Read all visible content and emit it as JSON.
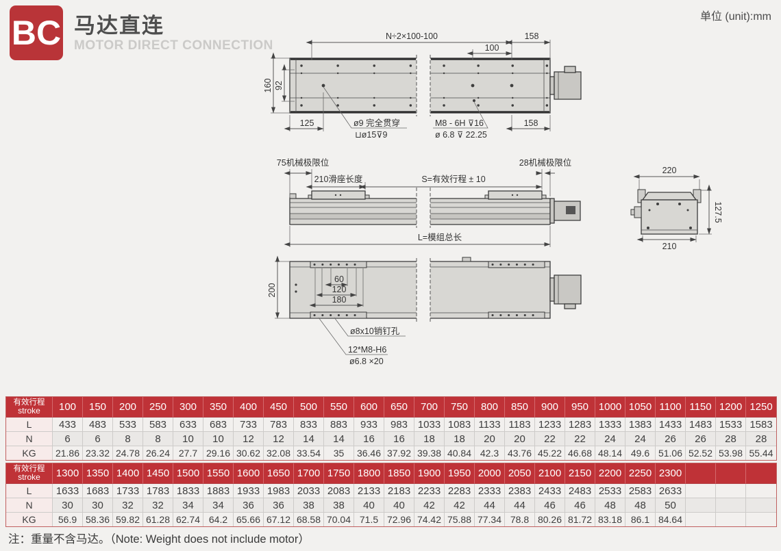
{
  "header": {
    "logo": "BC",
    "title_cn": "马达直连",
    "title_en": "MOTOR DIRECT CONNECTION",
    "unit_label": "单位 (unit):mm"
  },
  "colors": {
    "brand_red": "#bf3237",
    "page_bg": "#f2f1ef",
    "drawing_fill": "#d8d7d3"
  },
  "drawings": {
    "top_view": {
      "dim_top_span": "N÷2×100-100",
      "dim_100": "100",
      "dim_158_top": "158",
      "dim_160": "160",
      "dim_92": "92",
      "dim_125": "125",
      "dim_158_bottom": "158",
      "callout_hole1_line1": "ø9 完全贯穿",
      "callout_hole1_line2": "⊔ø15⊽9",
      "callout_hole2_line1": "M8 - 6H ⊽16",
      "callout_hole2_line2": "ø 6.8 ⊽ 22.25"
    },
    "side_view": {
      "label_limit_left": "75机械极限位",
      "label_slider": "210滑座长度",
      "label_stroke": "S=有效行程 ± 10",
      "label_limit_right": "28机械极限位",
      "label_total_length": "L=模组总长"
    },
    "section_view": {
      "dim_top": "220",
      "dim_height": "127.5",
      "dim_bottom": "210"
    },
    "bottom_view": {
      "dim_200": "200",
      "dim_60": "60",
      "dim_120": "120",
      "dim_180": "180",
      "callout_pin": "ø8x10销钉孔",
      "callout_thread_line1": "12*M8-H6",
      "callout_thread_line2": "ø6.8 ×20"
    }
  },
  "tables": {
    "header_label_cn": "有效行程",
    "header_label_en": "stroke",
    "row_labels": [
      "L",
      "N",
      "KG"
    ],
    "table1": {
      "strokes": [
        "100",
        "150",
        "200",
        "250",
        "300",
        "350",
        "400",
        "450",
        "500",
        "550",
        "600",
        "650",
        "700",
        "750",
        "800",
        "850",
        "900",
        "950",
        "1000",
        "1050",
        "1100",
        "1150",
        "1200",
        "1250"
      ],
      "rows": [
        [
          "433",
          "483",
          "533",
          "583",
          "633",
          "683",
          "733",
          "783",
          "833",
          "883",
          "933",
          "983",
          "1033",
          "1083",
          "1133",
          "1183",
          "1233",
          "1283",
          "1333",
          "1383",
          "1433",
          "1483",
          "1533",
          "1583"
        ],
        [
          "6",
          "6",
          "8",
          "8",
          "10",
          "10",
          "12",
          "12",
          "14",
          "14",
          "16",
          "16",
          "18",
          "18",
          "20",
          "20",
          "22",
          "22",
          "24",
          "24",
          "26",
          "26",
          "28",
          "28"
        ],
        [
          "21.86",
          "23.32",
          "24.78",
          "26.24",
          "27.7",
          "29.16",
          "30.62",
          "32.08",
          "33.54",
          "35",
          "36.46",
          "37.92",
          "39.38",
          "40.84",
          "42.3",
          "43.76",
          "45.22",
          "46.68",
          "48.14",
          "49.6",
          "51.06",
          "52.52",
          "53.98",
          "55.44"
        ]
      ]
    },
    "table2": {
      "strokes": [
        "1300",
        "1350",
        "1400",
        "1450",
        "1500",
        "1550",
        "1600",
        "1650",
        "1700",
        "1750",
        "1800",
        "1850",
        "1900",
        "1950",
        "2000",
        "2050",
        "2100",
        "2150",
        "2200",
        "2250",
        "2300",
        "",
        "",
        ""
      ],
      "rows": [
        [
          "1633",
          "1683",
          "1733",
          "1783",
          "1833",
          "1883",
          "1933",
          "1983",
          "2033",
          "2083",
          "2133",
          "2183",
          "2233",
          "2283",
          "2333",
          "2383",
          "2433",
          "2483",
          "2533",
          "2583",
          "2633",
          "",
          "",
          ""
        ],
        [
          "30",
          "30",
          "32",
          "32",
          "34",
          "34",
          "36",
          "36",
          "38",
          "38",
          "40",
          "40",
          "42",
          "42",
          "44",
          "44",
          "46",
          "46",
          "48",
          "48",
          "50",
          "",
          "",
          ""
        ],
        [
          "56.9",
          "58.36",
          "59.82",
          "61.28",
          "62.74",
          "64.2",
          "65.66",
          "67.12",
          "68.58",
          "70.04",
          "71.5",
          "72.96",
          "74.42",
          "75.88",
          "77.34",
          "78.8",
          "80.26",
          "81.72",
          "83.18",
          "86.1",
          "84.64",
          "",
          "",
          ""
        ]
      ]
    }
  },
  "footer": {
    "note": "注：重量不含马达。（Note: Weight does not include motor）"
  }
}
